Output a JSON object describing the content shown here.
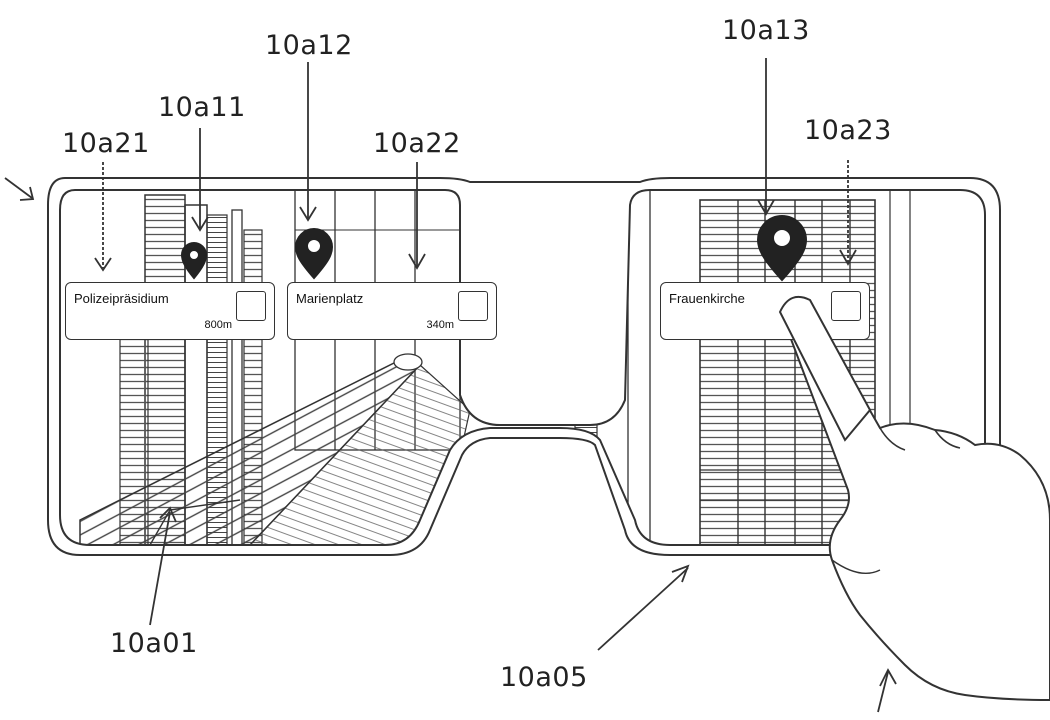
{
  "reference_labels": {
    "r_10a21": "10a21",
    "r_10a11": "10a11",
    "r_10a12": "10a12",
    "r_10a22": "10a22",
    "r_10a13": "10a13",
    "r_10a23": "10a23",
    "r_10a01": "10a01",
    "r_10a05": "10a05"
  },
  "cards": [
    {
      "name": "Polizeipräsidium",
      "distance": "800m"
    },
    {
      "name": "Marienplatz",
      "distance": "340m"
    },
    {
      "name": "Frauenkirche",
      "distance": ""
    }
  ],
  "colors": {
    "line": "#333333",
    "background": "#ffffff"
  },
  "icons": [
    "map-pin-icon",
    "checkbox-icon",
    "pointing-hand"
  ]
}
